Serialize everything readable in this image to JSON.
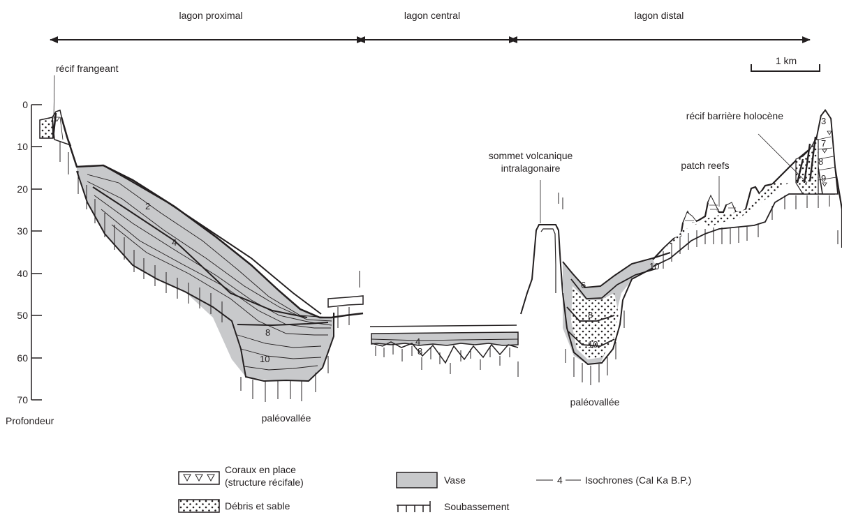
{
  "zones": {
    "proximal": "lagon proximal",
    "central": "lagon central",
    "distal": "lagon distal"
  },
  "scale_bar": "1 km",
  "axis": {
    "title": "Profondeur",
    "ticks": [
      "0",
      "10",
      "20",
      "30",
      "40",
      "50",
      "60",
      "70"
    ]
  },
  "features": {
    "fringing_reef": "récif frangeant",
    "barrier_reef": "récif barrière holocène",
    "volcanic_summit_line1": "sommet volcanique",
    "volcanic_summit_line2": "intralagonaire",
    "patch_reefs": "patch reefs",
    "paleovalley_left": "paléovallée",
    "paleovalley_right": "paléovallée"
  },
  "isochrone_labels": {
    "prox_2": "2",
    "prox_4": "4",
    "prox_8": "8",
    "prox_10": "10",
    "cent_4": "4",
    "cent_8": "8",
    "dist_6": "6",
    "dist_8": "8",
    "dist_10_valley": "10",
    "dist_10_slope": "10",
    "barr_3": "3",
    "barr_7": "7",
    "barr_8": "8",
    "barr_9": "9"
  },
  "legend": {
    "corals_line1": "Coraux en place",
    "corals_line2": "(structure récifale)",
    "debris": "Débris et sable",
    "mud": "Vase",
    "basement": "Soubassement",
    "isochrone_marker": "4",
    "isochrones": "Isochrones (Cal Ka B.P.)"
  },
  "colors": {
    "mud_fill": "#c8c9cb",
    "ink": "#231f20"
  }
}
